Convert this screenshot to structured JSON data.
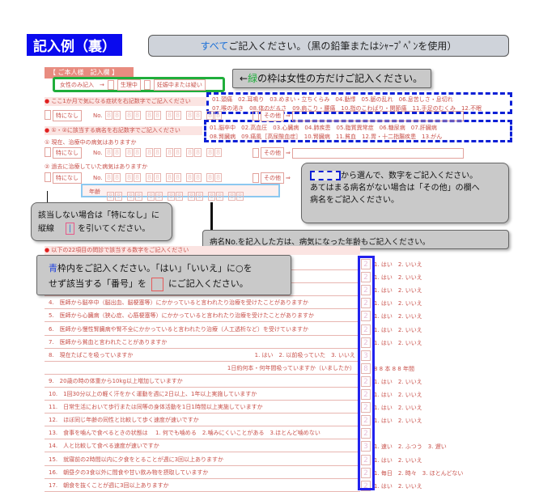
{
  "title": "記入例（裏）",
  "banner": {
    "highlight": "すべて",
    "rest": "ご記入ください。（黒の鉛筆またはｼｬｰﾌﾟﾍﾟﾝを使用）"
  },
  "section_header": "【 ご本人様　記入欄 】",
  "female": {
    "label": "女性のみ記入　→",
    "opt1": "生理中",
    "opt2": "妊娠中または疑い"
  },
  "callout_green": {
    "arrow": "←",
    "green": "緑",
    "rest": "の枠は女性の方だけご記入ください。"
  },
  "symptoms": {
    "prompt": "ここ1か月で気になる症状を右記数字でご記入ください",
    "list1": "01.頭痛　02.耳鳴り　03.めまい・立ちくらみ　04.動悸　05.脈の乱れ　06.息苦しさ・息切れ",
    "list2": "07.喉の渇き　08.体のだるさ　09.肩こり・腰痛　10.指のこわばり・関節痛　11.手足のむくみ　12.不眠"
  },
  "none_label": "特になし",
  "no_label": "No.",
  "other_label": "その他",
  "other_arrow": "⇒",
  "digit": "8",
  "disease": {
    "prompt": "①・②に該当する病名を右記数字でご記入ください",
    "list1": "01.脳卒中　02.高血圧　03.心臓病　04.肺疾患　05.脂質異常症　06.糖尿病　07.肝臓病",
    "list2": "08.腎臓病　09.痛風［高尿酸血症］　10.腎臓病　11.貧血　12.胃・十二指腸疾患　13.がん",
    "q1": "① 現在、治療中の病気はありますか",
    "q2": "② 過去に治療していた病気はありますか",
    "age": "年齢"
  },
  "callout_select": {
    "line1": "から選んで、数字をご記入ください。",
    "line2": "あてはまる病名がない場合は「その他」の欄へ",
    "line3": "病名をご記入ください。"
  },
  "callout_none": {
    "line1": "該当しない場合は「特になし」に",
    "line2a": "縦線",
    "mark": "|",
    "line2b": "を引いてください。"
  },
  "callout_age": "病名No.を記入した方は、病気になった年齢もご記入ください。",
  "questions_prompt": "以下の22項目の問診で該当する数字をご記入ください",
  "callout_blue": {
    "blue": "青",
    "line1": "枠内をご記入ください。「はい」「いいえ」に○を",
    "line2a": "せず該当する「番号」を",
    "line2b": "にご記入ください。"
  },
  "questions": [
    {
      "text": "",
      "ans": "2",
      "opt": "1. はい　2. いいえ"
    },
    {
      "text": "",
      "ans": "2",
      "opt": "1. はい　2. いいえ"
    },
    {
      "text": "",
      "ans": "2",
      "opt": "1. はい　2. いいえ"
    },
    {
      "text": "4.　医師から脳卒中（脳出血、脳梗塞等）にかかっていると言われたり治療を受けたことがありますか",
      "ans": "2",
      "opt": "1. はい　2. いいえ"
    },
    {
      "text": "5.　医師から心臓病（狭心症、心筋梗塞等）にかかっていると言われたり治療を受けたことがありますか",
      "ans": "2",
      "opt": "1. はい　2. いいえ"
    },
    {
      "text": "6.　医師から慢性腎臓病や腎不全にかかっていると言われたり治療（人工透析など）を受けていますか",
      "ans": "2",
      "opt": "1. はい　2. いいえ"
    },
    {
      "text": "7.　医師から貧血と言われたことがありますか",
      "ans": "2",
      "opt": "1. はい　2. いいえ"
    },
    {
      "text": "8.　現在たばこを吸っていますか",
      "right": "1. はい　2. 以前吸っていた　3. いいえ",
      "ans": "3",
      "opt": ""
    },
    {
      "text": "",
      "right": "1日約何本・何年間吸っていますか（いましたか）",
      "ans": "8",
      "opt": "8 8 本 8 8 年間"
    },
    {
      "text": "9.　20歳の時の体重から10kg以上増加していますか",
      "ans": "2",
      "opt": "1. はい　2. いいえ"
    },
    {
      "text": "10.　1回30分以上の軽く汗をかく運動を週に2日以上、1年以上実施していますか",
      "ans": "2",
      "opt": "1. はい　2. いいえ"
    },
    {
      "text": "11.　日常生活において歩行または同等の身体活動を1日1時間以上実施していますか",
      "ans": "2",
      "opt": "1. はい　2. いいえ"
    },
    {
      "text": "12.　ほぼ同じ年齢の同性と比較して歩く速度が速いですか",
      "ans": "2",
      "opt": "1. はい　2. いいえ"
    },
    {
      "text": "13.　食事を噛んで食べるときの状態は　 1. 何でも噛める　2.噛みにくいことがある　3.ほとんど噛めない",
      "ans": "2",
      "opt": ""
    },
    {
      "text": "14.　人と比較して食べる速度が速いですか",
      "ans": "3",
      "opt": "1. 速い　2. ふつう　3. 遅い"
    },
    {
      "text": "15.　就寝前の2時間以内に夕食をとることが週に3回以上ありますか",
      "ans": "2",
      "opt": "1. はい　2. いいえ"
    },
    {
      "text": "16.　朝昼夕の3食以外に間食や甘い飲み物を摂取していますか",
      "ans": "2",
      "opt": "1. 毎日　2. 時々　3. ほとんどない"
    },
    {
      "text": "17.　朝食を抜くことが週に3回以上ありますか",
      "ans": "2",
      "opt": "1. はい　2. いいえ"
    }
  ],
  "colors": {
    "title_bg": "#0a0aee",
    "green": "#1fae3b",
    "dash_blue": "#0b1fd6",
    "form_red": "#c8504a"
  }
}
